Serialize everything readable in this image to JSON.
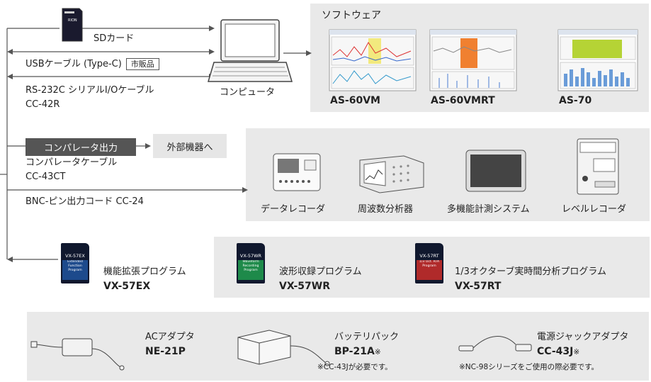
{
  "connections": {
    "sd_card": "SDカード",
    "usb_cable": "USBケーブル (Type-C)",
    "usb_badge": "市販品",
    "rs232c_line1": "RS-232C シリアルI/Oケーブル",
    "rs232c_line2": "CC-42R",
    "computer": "コンピュータ",
    "comparator_output": "コンパレータ出力",
    "external_device": "外部機器へ",
    "comparator_cable_line1": "コンパレータケーブル",
    "comparator_cable_line2": "CC-43CT",
    "bnc_cord": "BNC-ピン出力コード CC-24"
  },
  "software": {
    "title": "ソフトウェア",
    "items": [
      {
        "label": "AS-60VM"
      },
      {
        "label": "AS-60VMRT"
      },
      {
        "label": "AS-70"
      }
    ]
  },
  "devices": [
    {
      "label": "データレコーダ"
    },
    {
      "label": "周波数分析器"
    },
    {
      "label": "多機能計測システム"
    },
    {
      "label": "レベルレコーダ"
    }
  ],
  "programs": [
    {
      "name": "機能拡張プログラム",
      "model": "VX-57EX",
      "card_text": "VX-57EX",
      "card_sub": "Extended Function Program",
      "color": "#1d4a8c"
    },
    {
      "name": "波形収録プログラム",
      "model": "VX-57WR",
      "card_text": "VX-57WR",
      "card_sub": "Waveform Recording Program",
      "color": "#1e8a4a"
    },
    {
      "name": "1/3オクターブ実時間分析プログラム",
      "model": "VX-57RT",
      "card_text": "VX-57RT",
      "card_sub": "1/3 Oct. RTA Program",
      "color": "#b02a2a"
    }
  ],
  "accessories": [
    {
      "name": "ACアダプタ",
      "model": "NE-21P",
      "mark": "",
      "note": ""
    },
    {
      "name": "バッテリパック",
      "model": "BP-21A",
      "mark": "※",
      "note": "※CC-43Jが必要です。"
    },
    {
      "name": "電源ジャックアダプタ",
      "model": "CC-43J",
      "mark": "※",
      "note": "※NC-98シリーズをご使用の際必要です。"
    }
  ],
  "colors": {
    "line": "#555555",
    "panel": "#e9e9e9",
    "tag": "#555555"
  }
}
